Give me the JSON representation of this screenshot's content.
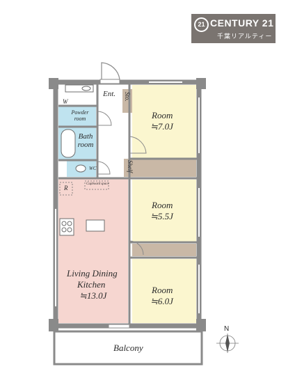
{
  "brand": {
    "logo_mark": "21",
    "name": "CENTURY 21",
    "store": "千葉リアルティー"
  },
  "floorplan": {
    "entrance": "Ent.",
    "sto": "Sto.",
    "shelf": "Shelf",
    "powder_room": "Powder room",
    "w_mark": "W",
    "bath_room": "Bath room",
    "wc": "WC",
    "r_mark": "R",
    "cupboard": "Cupboard space",
    "room1": {
      "name": "Room",
      "size": "≒7.0J"
    },
    "room2": {
      "name": "Room",
      "size": "≒5.5J"
    },
    "room3": {
      "name": "Room",
      "size": "≒6.0J"
    },
    "ldk": {
      "name_line1": "Living Dining",
      "name_line2": "Kitchen",
      "size": "≒13.0J"
    },
    "balcony": "Balcony"
  },
  "compass": {
    "north": "N"
  },
  "colors": {
    "wall": "#8a8a8a",
    "bath_blue": "#bfe3ef",
    "ldk_pink": "#f6d6d0",
    "room_cream": "#fbf6cf",
    "storage_brown": "#c9b8a6"
  }
}
